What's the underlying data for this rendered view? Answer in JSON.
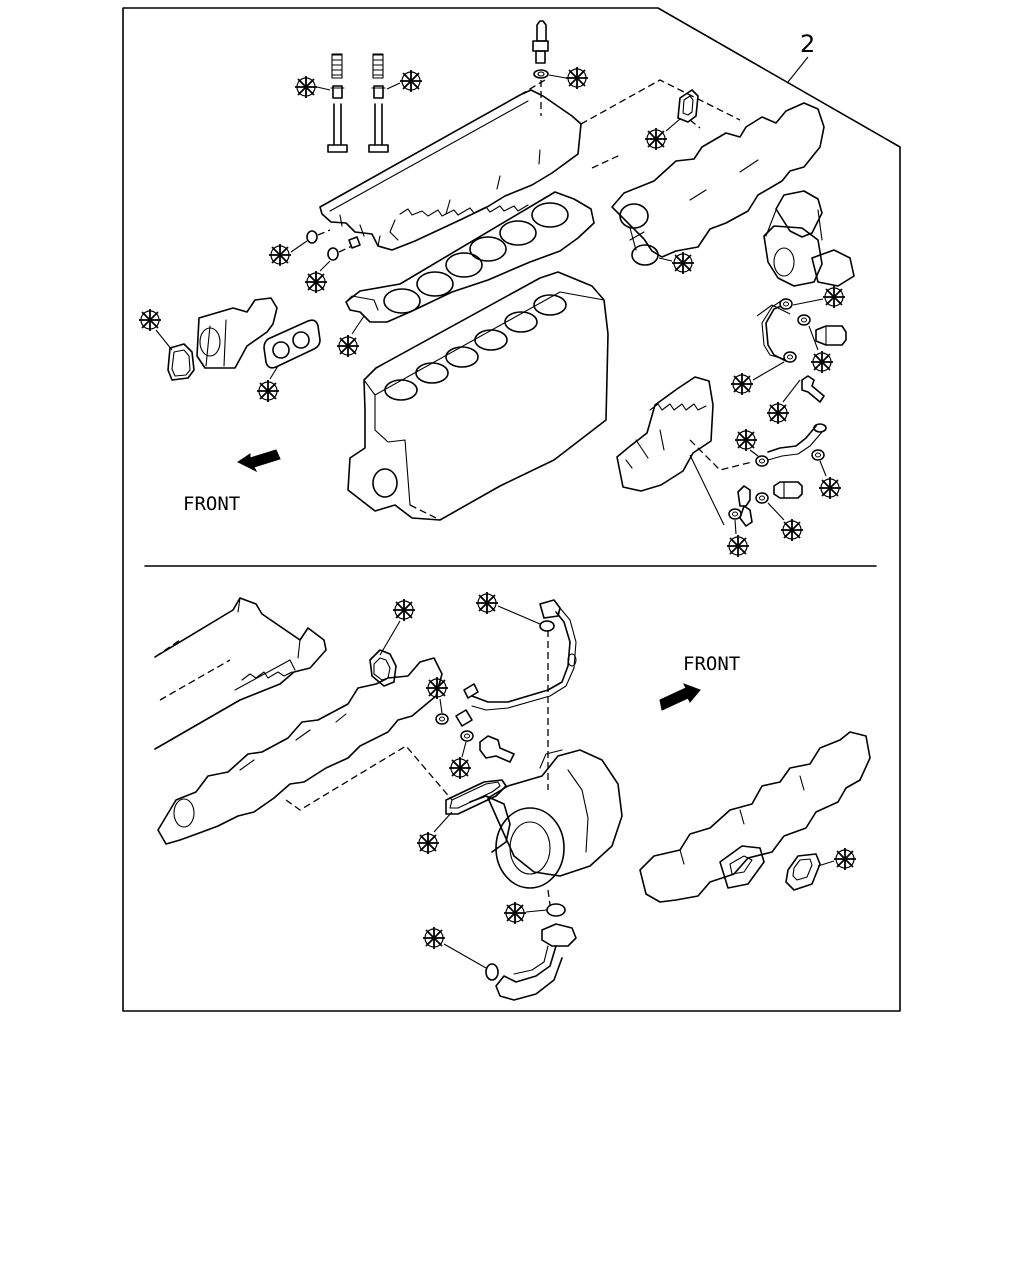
{
  "callout_number": "2",
  "upper_view": {
    "direction_label": "FRONT"
  },
  "lower_view": {
    "direction_label": "FRONT"
  },
  "icons": {
    "kit_marker": "asterisk-kit-marker-icon"
  }
}
